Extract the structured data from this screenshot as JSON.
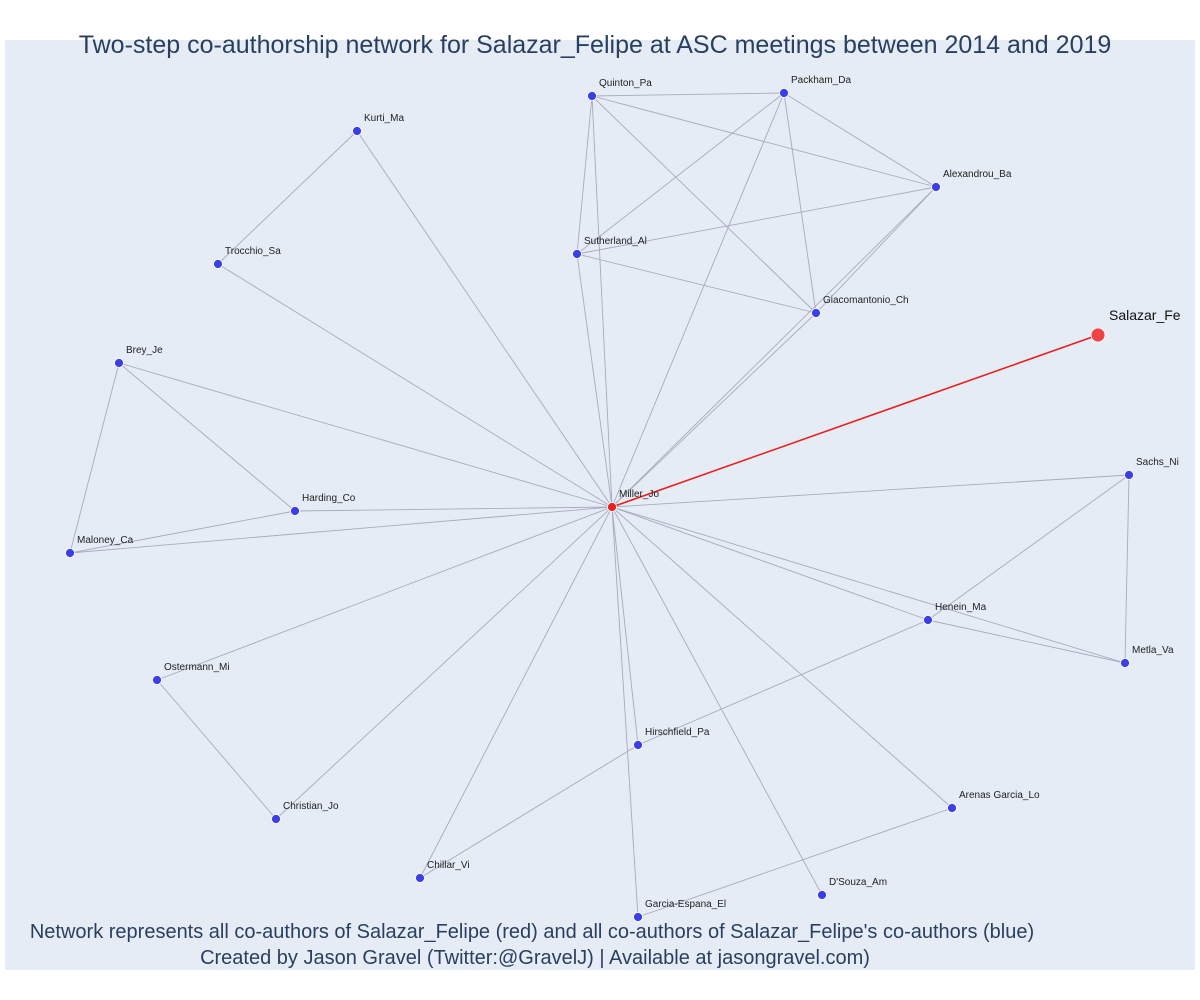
{
  "title": "Two-step co-authorship network for Salazar_Felipe at ASC meetings between 2014 and 2019",
  "footer_line1": "Network represents all co-authors of Salazar_Felipe (red) and all co-authors of Salazar_Felipe's co-authors (blue)",
  "footer_line2": "Created by Jason Gravel (Twitter:@GravelJ) | Available at jasongravel.com)",
  "colors": {
    "background": "#e5ecf6",
    "edge": "#a8aabc",
    "focus_edge": "#e8211e",
    "coauthor_node": "#e8211e",
    "second_step_node": "#3b3fe8",
    "focus_node": "#ef4444"
  },
  "nodes": [
    {
      "id": "Salazar_Fe",
      "label": "Salazar_Fe",
      "role": "focus"
    },
    {
      "id": "Miller_Jo",
      "label": "Miller_Jo",
      "role": "coauthor"
    },
    {
      "id": "Quinton_Pa",
      "label": "Quinton_Pa",
      "role": "second"
    },
    {
      "id": "Packham_Da",
      "label": "Packham_Da",
      "role": "second"
    },
    {
      "id": "Kurti_Ma",
      "label": "Kurti_Ma",
      "role": "second"
    },
    {
      "id": "Alexandrou_Ba",
      "label": "Alexandrou_Ba",
      "role": "second"
    },
    {
      "id": "Trocchio_Sa",
      "label": "Trocchio_Sa",
      "role": "second"
    },
    {
      "id": "Sutherland_Al",
      "label": "Sutherland_Al",
      "role": "second"
    },
    {
      "id": "Giacomantonio_Ch",
      "label": "Giacomantonio_Ch",
      "role": "second"
    },
    {
      "id": "Brey_Je",
      "label": "Brey_Je",
      "role": "second"
    },
    {
      "id": "Harding_Co",
      "label": "Harding_Co",
      "role": "second"
    },
    {
      "id": "Maloney_Ca",
      "label": "Maloney_Ca",
      "role": "second"
    },
    {
      "id": "Sachs_Ni",
      "label": "Sachs_Ni",
      "role": "second"
    },
    {
      "id": "Henein_Ma",
      "label": "Henein_Ma",
      "role": "second"
    },
    {
      "id": "Metla_Va",
      "label": "Metla_Va",
      "role": "second"
    },
    {
      "id": "Ostermann_Mi",
      "label": "Ostermann_Mi",
      "role": "second"
    },
    {
      "id": "Hirschfield_Pa",
      "label": "Hirschfield_Pa",
      "role": "second"
    },
    {
      "id": "Christian_Jo",
      "label": "Christian_Jo",
      "role": "second"
    },
    {
      "id": "Arenas Garcia_Lo",
      "label": "Arenas Garcia_Lo",
      "role": "second"
    },
    {
      "id": "Chillar_Vi",
      "label": "Chillar_Vi",
      "role": "second"
    },
    {
      "id": "D'Souza_Am",
      "label": "D'Souza_Am",
      "role": "second"
    },
    {
      "id": "Garcia-Espana_El",
      "label": "Garcia-Espana_El",
      "role": "second"
    }
  ],
  "edges": [
    [
      "Salazar_Fe",
      "Miller_Jo"
    ],
    [
      "Miller_Jo",
      "Quinton_Pa"
    ],
    [
      "Miller_Jo",
      "Packham_Da"
    ],
    [
      "Miller_Jo",
      "Kurti_Ma"
    ],
    [
      "Miller_Jo",
      "Alexandrou_Ba"
    ],
    [
      "Miller_Jo",
      "Trocchio_Sa"
    ],
    [
      "Miller_Jo",
      "Sutherland_Al"
    ],
    [
      "Miller_Jo",
      "Giacomantonio_Ch"
    ],
    [
      "Miller_Jo",
      "Brey_Je"
    ],
    [
      "Miller_Jo",
      "Harding_Co"
    ],
    [
      "Miller_Jo",
      "Maloney_Ca"
    ],
    [
      "Miller_Jo",
      "Sachs_Ni"
    ],
    [
      "Miller_Jo",
      "Henein_Ma"
    ],
    [
      "Miller_Jo",
      "Metla_Va"
    ],
    [
      "Miller_Jo",
      "Ostermann_Mi"
    ],
    [
      "Miller_Jo",
      "Hirschfield_Pa"
    ],
    [
      "Miller_Jo",
      "Christian_Jo"
    ],
    [
      "Miller_Jo",
      "Arenas Garcia_Lo"
    ],
    [
      "Miller_Jo",
      "Chillar_Vi"
    ],
    [
      "Miller_Jo",
      "D'Souza_Am"
    ],
    [
      "Miller_Jo",
      "Garcia-Espana_El"
    ],
    [
      "Quinton_Pa",
      "Packham_Da"
    ],
    [
      "Quinton_Pa",
      "Alexandrou_Ba"
    ],
    [
      "Quinton_Pa",
      "Sutherland_Al"
    ],
    [
      "Quinton_Pa",
      "Giacomantonio_Ch"
    ],
    [
      "Packham_Da",
      "Alexandrou_Ba"
    ],
    [
      "Packham_Da",
      "Sutherland_Al"
    ],
    [
      "Packham_Da",
      "Giacomantonio_Ch"
    ],
    [
      "Alexandrou_Ba",
      "Sutherland_Al"
    ],
    [
      "Alexandrou_Ba",
      "Giacomantonio_Ch"
    ],
    [
      "Sutherland_Al",
      "Giacomantonio_Ch"
    ],
    [
      "Kurti_Ma",
      "Trocchio_Sa"
    ],
    [
      "Brey_Je",
      "Harding_Co"
    ],
    [
      "Brey_Je",
      "Maloney_Ca"
    ],
    [
      "Harding_Co",
      "Maloney_Ca"
    ],
    [
      "Sachs_Ni",
      "Henein_Ma"
    ],
    [
      "Sachs_Ni",
      "Metla_Va"
    ],
    [
      "Henein_Ma",
      "Metla_Va"
    ],
    [
      "Henein_Ma",
      "Hirschfield_Pa"
    ],
    [
      "Hirschfield_Pa",
      "Chillar_Vi"
    ],
    [
      "Ostermann_Mi",
      "Christian_Jo"
    ],
    [
      "Arenas Garcia_Lo",
      "Garcia-Espana_El"
    ]
  ]
}
